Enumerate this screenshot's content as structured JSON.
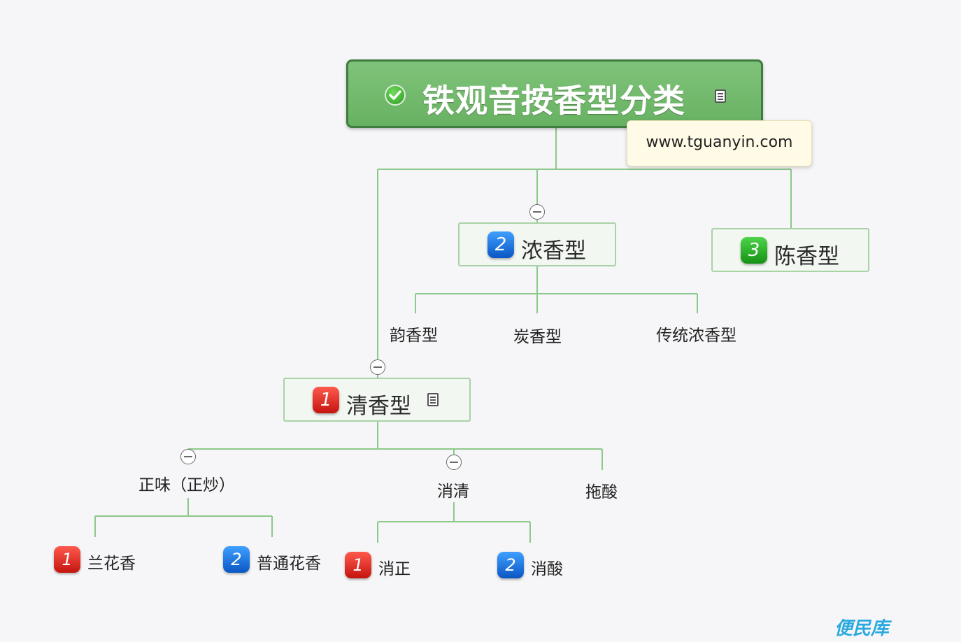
{
  "diagram": {
    "root": {
      "title": "铁观音按香型分类",
      "icon": "check-icon",
      "note_icon": "note-icon"
    },
    "url_callout": "www.tguanyin.com",
    "branches": [
      {
        "number": "1",
        "badge_color": "#e0261d",
        "label": "清香型",
        "note_icon": "note-icon",
        "children": [
          {
            "label": "正味（正炒）",
            "children": [
              {
                "number": "1",
                "badge_color": "#e0261d",
                "label": "兰花香"
              },
              {
                "number": "2",
                "badge_color": "#1e6fe0",
                "label": "普通花香"
              }
            ]
          },
          {
            "label": "消清",
            "children": [
              {
                "number": "1",
                "badge_color": "#e0261d",
                "label": "消正"
              },
              {
                "number": "2",
                "badge_color": "#1e6fe0",
                "label": "消酸"
              }
            ]
          },
          {
            "label": "拖酸"
          }
        ]
      },
      {
        "number": "2",
        "badge_color": "#1e6fe0",
        "label": "浓香型",
        "children": [
          {
            "label": "韵香型"
          },
          {
            "label": "炭香型"
          },
          {
            "label": "传统浓香型"
          }
        ]
      },
      {
        "number": "3",
        "badge_color": "#22aa22",
        "label": "陈香型"
      }
    ]
  },
  "watermark": "便民库",
  "colors": {
    "connector": "#8cc98a",
    "root_fill": "#6fb96a",
    "root_border": "#3f7d3f"
  }
}
